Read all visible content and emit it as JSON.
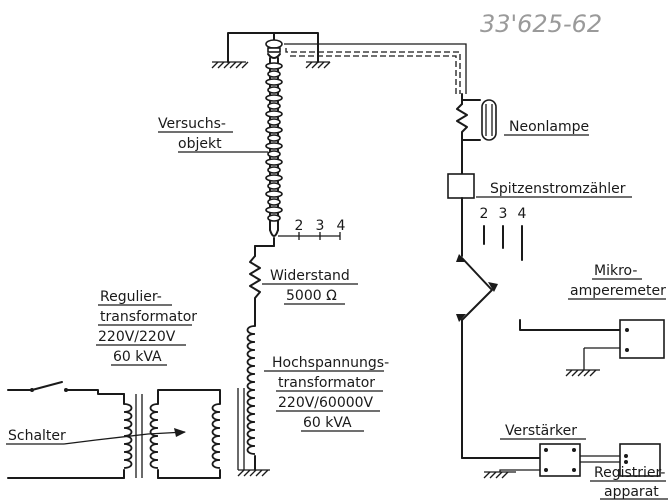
{
  "reference_number": "33'625-62",
  "labels": {
    "test_object": [
      "Versuchs-",
      "objekt"
    ],
    "neon_lamp": "Neonlampe",
    "peak_current_counter": "Spitzenstromzähler",
    "counter_terminals": [
      "2",
      "3",
      "4"
    ],
    "object_terminals": [
      "2",
      "3",
      "4"
    ],
    "resistor": [
      "Widerstand",
      "5000 Ω"
    ],
    "regulating_transformer": [
      "Regulier-",
      "transformator",
      "220V/220V",
      "60 kVA"
    ],
    "hv_transformer": [
      "Hochspannungs-",
      "transformator",
      "220V/60000V",
      "60 kVA"
    ],
    "microammeter": [
      "Mikro-",
      "amperemeter"
    ],
    "switch": "Schalter",
    "amplifier": "Verstärker",
    "recorder": [
      "Registrier-",
      "apparat"
    ]
  },
  "colors": {
    "ink": "#1a1a1a",
    "paper": "#ffffff",
    "pencil": "#9a9a9a"
  }
}
